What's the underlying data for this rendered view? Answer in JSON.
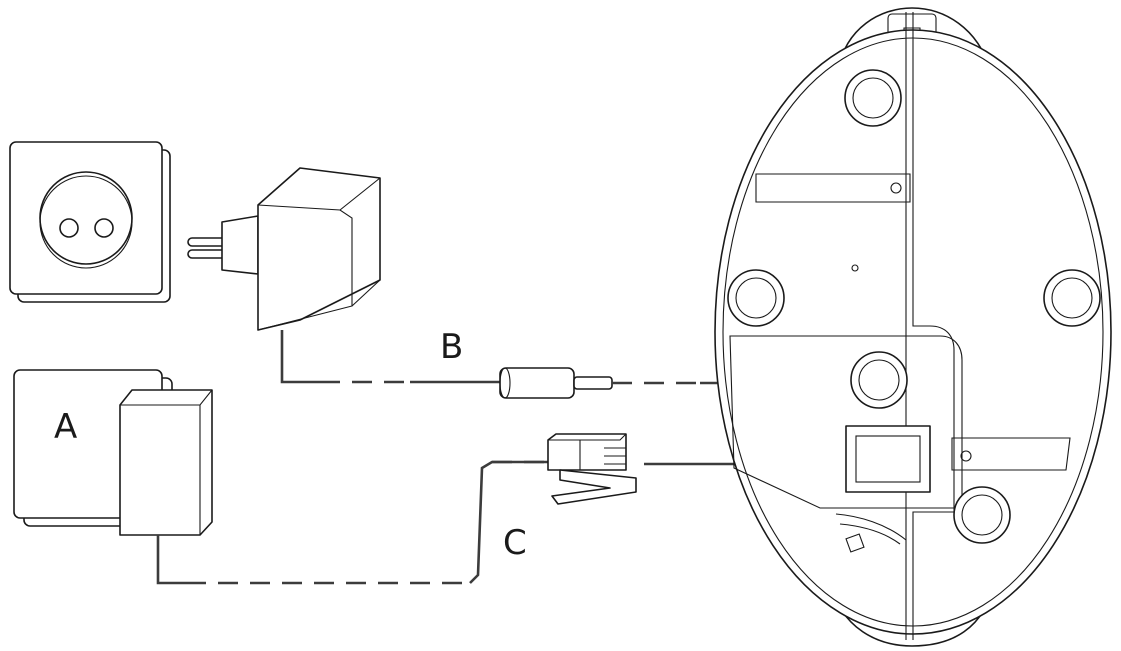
{
  "labels": {
    "a": "A",
    "b": "B",
    "c": "C"
  },
  "colors": {
    "line": "#1a1a1a",
    "cable": "#3c3c3c",
    "background": "#ffffff"
  }
}
